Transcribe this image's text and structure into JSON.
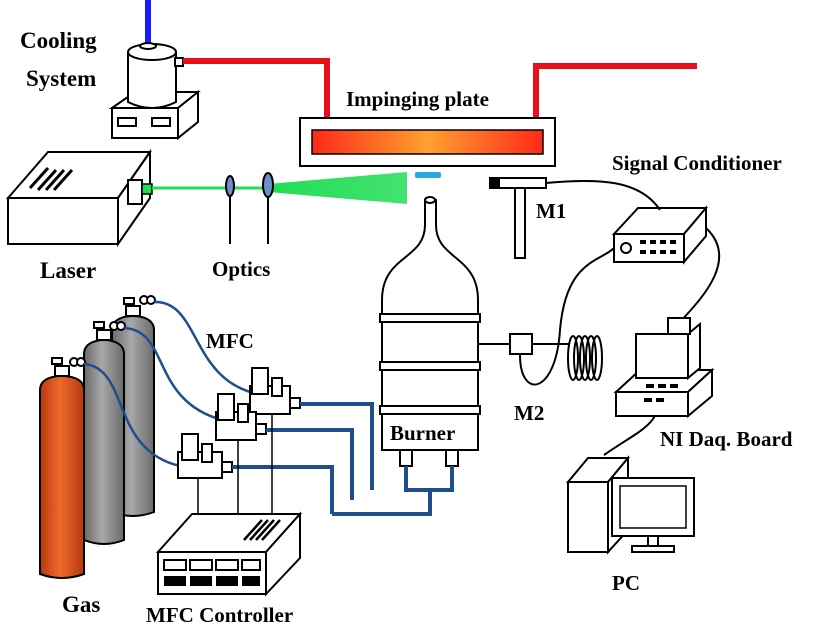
{
  "labels": {
    "cooling_system_line1": "Cooling",
    "cooling_system_line2": "System",
    "impinging_plate": "Impinging plate",
    "signal_conditioner": "Signal Conditioner",
    "laser": "Laser",
    "optics": "Optics",
    "m1": "M1",
    "m2": "M2",
    "mfc": "MFC",
    "burner": "Burner",
    "ni_daq_board": "NI Daq. Board",
    "pc": "PC",
    "gas": "Gas",
    "mfc_controller": "MFC Controller"
  },
  "colors": {
    "hot_pipe": "#e8101a",
    "cold_pipe": "#1a1aff",
    "gas_line": "#1f4e8c",
    "laser_beam": "#22dd55",
    "flame": "#29a8e0",
    "orange_cylinder": "#e0521b",
    "gray_cylinder": "#8c8c8c",
    "plate_hot": "#ff2a1a",
    "plate_warm": "#ffa030"
  }
}
